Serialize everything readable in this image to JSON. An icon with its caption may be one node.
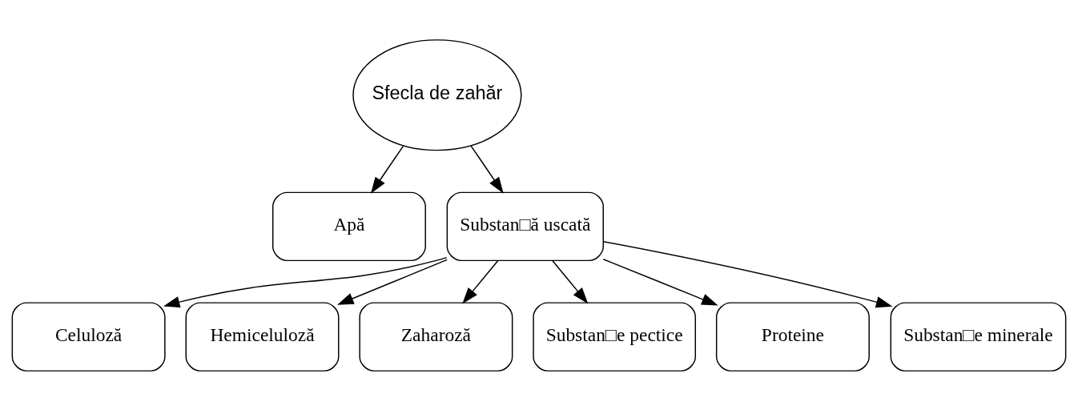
{
  "diagram": {
    "nodes": [
      {
        "text": [
          "Sfecla de zahăr"
        ]
      },
      {
        "text": [
          "Apă"
        ]
      },
      {
        "text": [
          "Substan□ă uscată"
        ]
      },
      {
        "text": [
          "Celuloză"
        ]
      },
      {
        "text": [
          "Hemiceluloză"
        ]
      },
      {
        "text": [
          "Zaharoză"
        ]
      },
      {
        "text": [
          "Substan□e pectice"
        ]
      },
      {
        "text": [
          "Proteine"
        ]
      },
      {
        "text": [
          "Substan□e minerale"
        ]
      }
    ],
    "edges": [
      {
        "from": 0,
        "to": 1,
        "arrow": "to"
      },
      {
        "from": 0,
        "to": 2,
        "arrow": "to"
      },
      {
        "from": 2,
        "to": 3,
        "arrow": "to"
      },
      {
        "from": 2,
        "to": 4,
        "arrow": "to"
      },
      {
        "from": 2,
        "to": 5,
        "arrow": "to"
      },
      {
        "from": 2,
        "to": 6,
        "arrow": "to"
      },
      {
        "from": 2,
        "to": 7,
        "arrow": "to"
      },
      {
        "from": 2,
        "to": 8,
        "arrow": "to"
      }
    ]
  }
}
